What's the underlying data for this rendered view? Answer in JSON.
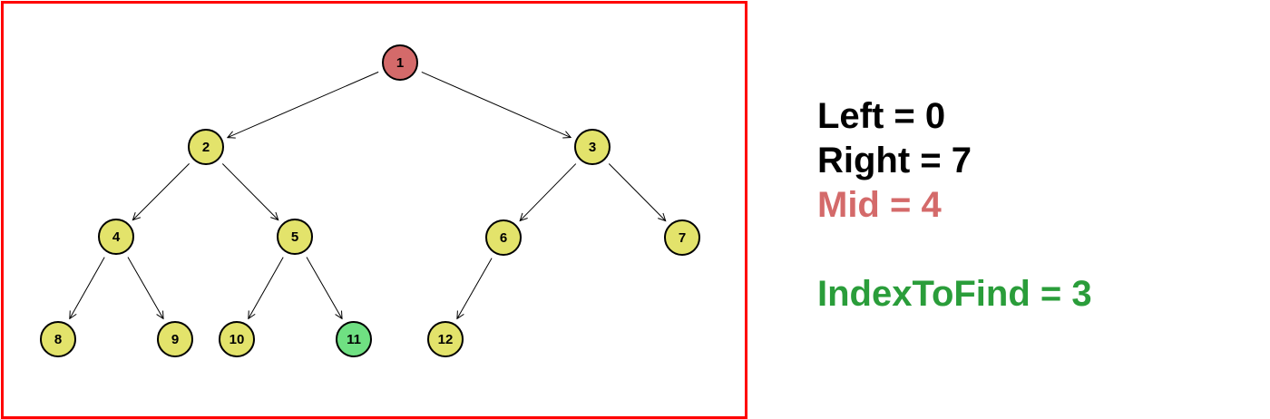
{
  "colors": {
    "frame": "#ff0000",
    "default_node": "#e3e36b",
    "mid_node": "#d46a6a",
    "target_node": "#6fe082",
    "text_default": "#000000",
    "text_mid": "#d46a6a",
    "text_target": "#2a9d3a"
  },
  "tree": {
    "nodes": [
      {
        "id": "1",
        "label": "1",
        "state": "mid"
      },
      {
        "id": "2",
        "label": "2",
        "state": "default"
      },
      {
        "id": "3",
        "label": "3",
        "state": "default"
      },
      {
        "id": "4",
        "label": "4",
        "state": "default"
      },
      {
        "id": "5",
        "label": "5",
        "state": "default"
      },
      {
        "id": "6",
        "label": "6",
        "state": "default"
      },
      {
        "id": "7",
        "label": "7",
        "state": "default"
      },
      {
        "id": "8",
        "label": "8",
        "state": "default"
      },
      {
        "id": "9",
        "label": "9",
        "state": "default"
      },
      {
        "id": "10",
        "label": "10",
        "state": "default"
      },
      {
        "id": "11",
        "label": "11",
        "state": "target"
      },
      {
        "id": "12",
        "label": "12",
        "state": "default"
      }
    ],
    "edges": [
      {
        "from": "1",
        "to": "2"
      },
      {
        "from": "1",
        "to": "3"
      },
      {
        "from": "2",
        "to": "4"
      },
      {
        "from": "2",
        "to": "5"
      },
      {
        "from": "3",
        "to": "6"
      },
      {
        "from": "3",
        "to": "7"
      },
      {
        "from": "4",
        "to": "8"
      },
      {
        "from": "4",
        "to": "9"
      },
      {
        "from": "5",
        "to": "10"
      },
      {
        "from": "5",
        "to": "11"
      },
      {
        "from": "6",
        "to": "12"
      }
    ]
  },
  "info": {
    "left": "Left = 0",
    "right": "Right = 7",
    "mid": "Mid = 4",
    "index_to_find": "IndexToFind = 3"
  }
}
